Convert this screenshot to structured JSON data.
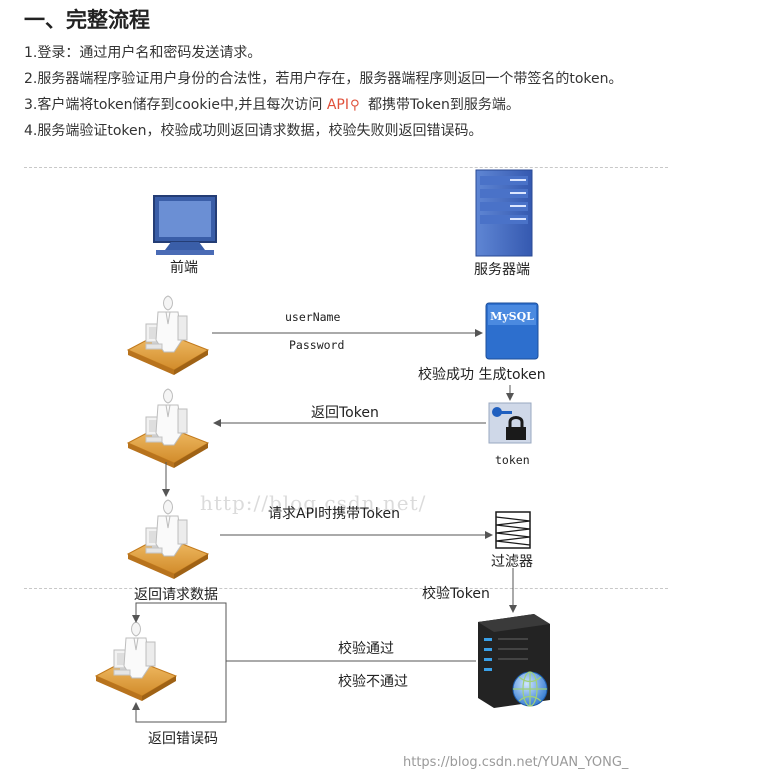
{
  "title": "一、完整流程",
  "steps": [
    {
      "text": "1.登录：通过用户名和密码发送请求。"
    },
    {
      "text": "2.服务器端程序验证用户身份的合法性，若用户存在，服务器端程序则返回一个带签名的token。"
    },
    {
      "before": "3.客户端将token储存到cookie中,并且每次访问 ",
      "link": "API",
      "after": " 都携带Token到服务端。"
    },
    {
      "text": "4.服务端验证token，校验成功则返回请求数据，校验失败则返回错误码。"
    }
  ],
  "icons": {
    "search": "search-icon",
    "monitor": "monitor-icon",
    "server_rack": "server-rack-icon",
    "user_workstation": "user-workstation-icon",
    "mysql": "mysql-database-icon",
    "key_lock": "key-lock-icon",
    "filter": "filter-icon",
    "server_globe": "server-globe-icon"
  },
  "diagram": {
    "frontend_label": "前端",
    "server_label": "服务器端",
    "username": "userName",
    "password": "Password",
    "mysql_text": "MySQL",
    "verify_success": "校验成功 生成token",
    "return_token": "返回Token",
    "token": "token",
    "request_api": "请求API时携带Token",
    "filter": "过滤器",
    "return_data": "返回请求数据",
    "verify_token": "校验Token",
    "pass": "校验通过",
    "fail": "校验不通过",
    "return_error": "返回错误码"
  },
  "watermark": "http://blog.csdn.net/",
  "footer": "https://blog.csdn.net/YUAN_YONG_"
}
